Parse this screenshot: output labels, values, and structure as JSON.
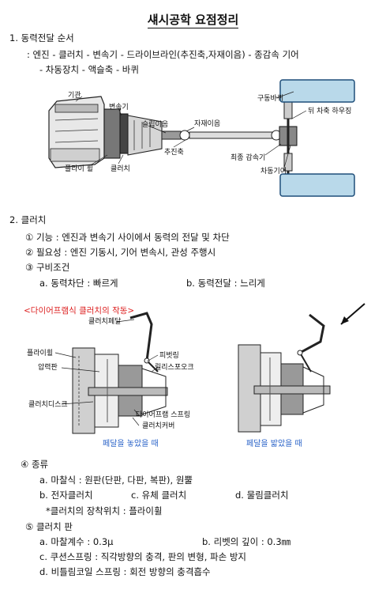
{
  "title": "섀시공학 요점정리",
  "s1": {
    "heading": "1. 동력전달 순서",
    "line1": ": 엔진 - 클러치 - 변속기 - 드라이브라인(추진축,자재이음) - 종감속 기어",
    "line2": "- 차동장치 - 액슬축 - 바퀴",
    "labels": {
      "engine": "기관",
      "transmission": "변속기",
      "slip_joint": "슬립이음",
      "universal_joint": "자재이음",
      "drive_wheel": "구동바퀴",
      "rear_axle_housing": "뒤 차축 하우징",
      "flywheel": "플라이 휠",
      "clutch": "클러치",
      "propeller_shaft": "추진축",
      "final_reduction": "최종 감속기",
      "differential": "차동기어"
    }
  },
  "s2": {
    "heading": "2. 클러치",
    "items": [
      "① 기능 : 엔진과 변속기 사이에서 동력의 전달 및 차단",
      "② 필요성 : 엔진 기동시, 기어 변속시, 관성 주행시",
      "③ 구비조건"
    ],
    "cond_a": "a. 동력차단 : 빠르게",
    "cond_b": "b. 동력전달 : 느리게",
    "figure": {
      "caption": "<다이어프램식 클러치의 작동>",
      "labels": {
        "pedal": "클러치페달",
        "flywheel": "플라이휠",
        "pressure_plate": "압력판",
        "pivot_ring": "피벗링",
        "release_fork": "릴리스포오크",
        "diaphragm_spring": "다이어프램 스프링",
        "clutch_disc": "클러치디스크",
        "clutch_cover": "클러치커버"
      },
      "released_caption": "페달을 놓았을 때",
      "pressed_caption": "페달을 밟았을 때"
    },
    "types_heading": "④ 종류",
    "type_a": "a. 마찰식 : 원판(단판, 다판, 복판), 원뿔",
    "type_b": "b. 전자클러치",
    "type_c": "c. 유체 클러치",
    "type_d": "d. 물림클러치",
    "mount_note": "*클러치의 장착위치 : 플라이휠",
    "plate_heading": "⑤ 클러치 판",
    "plate_a": "a. 마찰계수 : 0.3μ",
    "plate_b": "b. 리벳의 깊이 : 0.3㎜",
    "plate_c": "c. 쿠션스프링 : 직각방향의 충격, 판의 변형, 파손 방지",
    "plate_d": "d. 비틀림코일 스프링 : 회전 방향의 충격흡수"
  }
}
